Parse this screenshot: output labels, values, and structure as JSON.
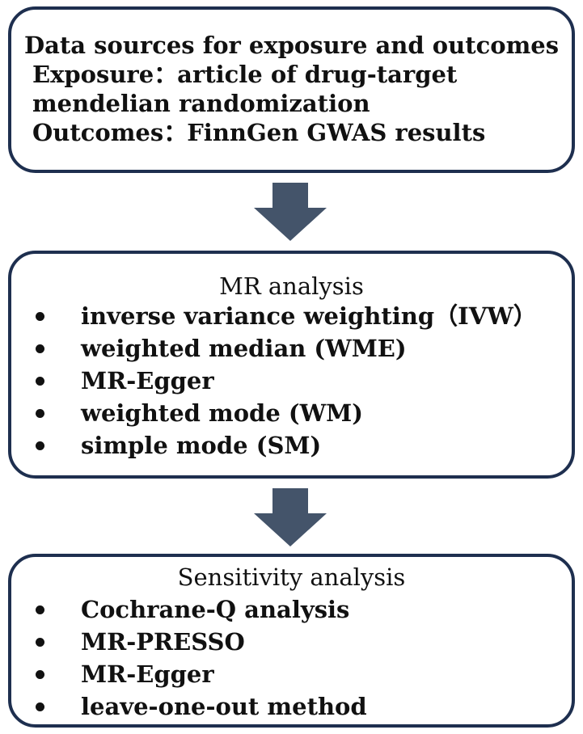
{
  "sources": {
    "title": "Data sources for exposure and outcomes",
    "exposure_label": "Exposure：",
    "exposure_value_line1": "article of drug-target",
    "exposure_value_line2": "mendelian randomization",
    "outcomes_label": "Outcomes：",
    "outcomes_value": "FinnGen GWAS results"
  },
  "mr_analysis": {
    "title": "MR analysis",
    "items": [
      "inverse variance weighting（IVW）",
      "weighted median (WME)",
      "MR-Egger",
      "weighted mode (WM)",
      "simple mode (SM)"
    ]
  },
  "sensitivity": {
    "title": "Sensitivity analysis",
    "items": [
      "Cochrane-Q analysis",
      "MR-PRESSO",
      "MR-Egger",
      "leave-one-out method"
    ]
  },
  "colors": {
    "border": "#1e2f4f",
    "arrow": "#44546a",
    "text": "#111111"
  }
}
